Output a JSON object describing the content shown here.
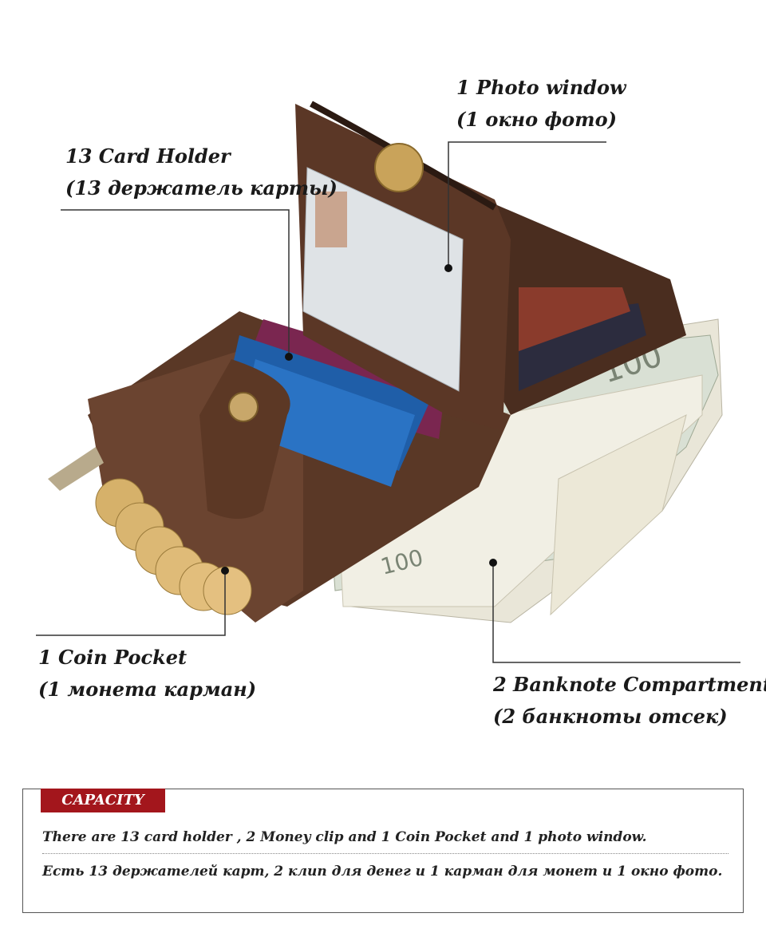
{
  "callouts": {
    "photo_window": {
      "en": "1 Photo window",
      "ru": "(1 окно фото)"
    },
    "card_holder": {
      "en": "13 Card Holder",
      "ru": "(13 держатель карты)"
    },
    "coin_pocket": {
      "en": "1 Coin Pocket",
      "ru": "(1 монета карман)"
    },
    "banknote": {
      "en": "2 Banknote Compartment",
      "ru": "(2 банкноты отсек)"
    }
  },
  "capacity": {
    "badge": "CAPACITY",
    "line_en": "There are 13 card holder , 2 Money clip and 1 Coin Pocket and 1 photo window.",
    "line_ru": "Есть 13 держателей карт, 2 клип для денег и 1 карман для монет и 1 окно фото.",
    "badge_color": "#a3161c"
  }
}
